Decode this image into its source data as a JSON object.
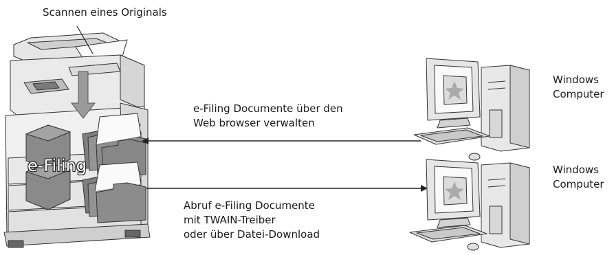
{
  "labels": {
    "scan": "Scannen eines Originals",
    "manage_line1": "e-Filing Documente über den",
    "manage_line2": "Web browser verwalten",
    "retrieve_line1": "Abruf e-Filing Documente",
    "retrieve_line2": "mit TWAIN-Treiber",
    "retrieve_line3": "oder über Datei-Download",
    "computer1_line1": "Windows",
    "computer1_line2": "Computer",
    "computer2_line1": "Windows",
    "computer2_line2": "Computer",
    "efiling": "e-Filing"
  },
  "icons": [
    "multifunction-printer-icon",
    "folder-icon",
    "desktop-computer-icon",
    "star-icon"
  ],
  "colors": {
    "device_light": "#eeeeee",
    "device_mid": "#cfcfcf",
    "device_dark": "#8a8a8a",
    "folder": "#8c8c8c",
    "line": "#222222",
    "arrow_down": "#9a9a9a"
  }
}
